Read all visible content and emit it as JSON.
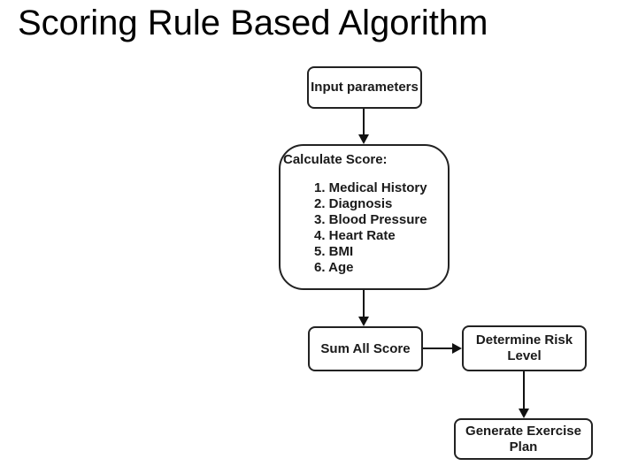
{
  "title": "Scoring Rule Based Algorithm",
  "diagram": {
    "nodes": {
      "input": {
        "label": "Input parameters"
      },
      "calculate": {
        "heading": "Calculate Score:",
        "items": [
          "1. Medical History",
          "2. Diagnosis",
          "3. Blood Pressure",
          "4. Heart Rate",
          "5. BMI",
          "6. Age"
        ]
      },
      "sum": {
        "label": "Sum All Score"
      },
      "risk": {
        "label": "Determine Risk Level"
      },
      "plan": {
        "label": "Generate Exercise Plan"
      }
    },
    "edges": [
      {
        "from": "input",
        "to": "calculate",
        "direction": "down"
      },
      {
        "from": "calculate",
        "to": "sum",
        "direction": "down"
      },
      {
        "from": "sum",
        "to": "risk",
        "direction": "right"
      },
      {
        "from": "risk",
        "to": "plan",
        "direction": "down"
      }
    ]
  },
  "colors": {
    "background": "#ffffff",
    "node_border": "#222222",
    "node_fill": "#ffffff",
    "text": "#1a1a1a",
    "arrow": "#111111"
  }
}
